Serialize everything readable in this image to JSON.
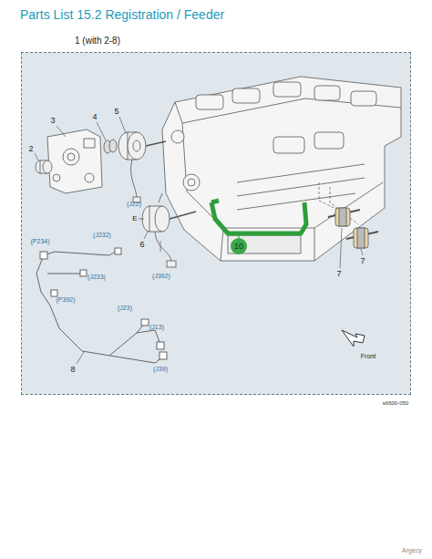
{
  "diagram": {
    "title": "Parts List 15.2 Registration / Feeder",
    "nodes": [
      {
        "text": [
          "1 (with 2-8)"
        ]
      },
      {
        "text": [
          "10"
        ],
        "in": 0
      }
    ],
    "labels": [
      "2",
      "3",
      "4",
      "5",
      "(J22)",
      "E",
      "6",
      "(P234)",
      "(J232)",
      "(J233)",
      "(P392)",
      "(J392)",
      "(J23)",
      "(J13)",
      "(J39)",
      "8",
      "7",
      "7",
      "Front",
      "s6600-050",
      "Argecy"
    ]
  }
}
